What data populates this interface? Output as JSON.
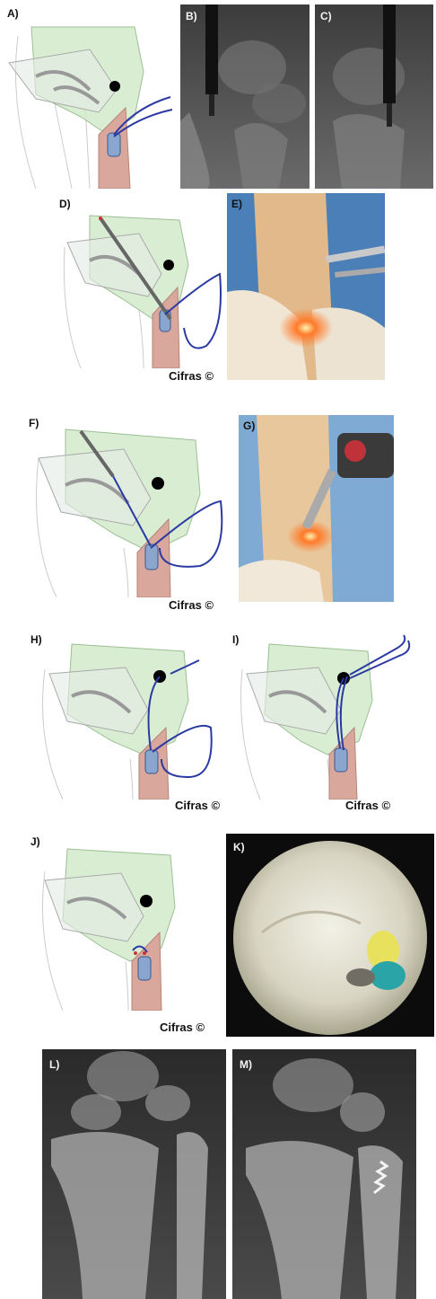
{
  "figure": {
    "panels": [
      {
        "id": "A",
        "label": "A)",
        "kind": "illustration"
      },
      {
        "id": "B",
        "label": "B)",
        "kind": "radiograph"
      },
      {
        "id": "C",
        "label": "C)",
        "kind": "radiograph"
      },
      {
        "id": "D",
        "label": "D)",
        "kind": "illustration"
      },
      {
        "id": "E",
        "label": "E)",
        "kind": "photograph"
      },
      {
        "id": "F",
        "label": "F)",
        "kind": "illustration"
      },
      {
        "id": "G",
        "label": "G)",
        "kind": "photograph"
      },
      {
        "id": "H",
        "label": "H)",
        "kind": "illustration"
      },
      {
        "id": "I",
        "label": "I)",
        "kind": "illustration"
      },
      {
        "id": "J",
        "label": "J)",
        "kind": "illustration"
      },
      {
        "id": "K",
        "label": "K)",
        "kind": "arthroscopic-image"
      },
      {
        "id": "L",
        "label": "L)",
        "kind": "radiograph"
      },
      {
        "id": "M",
        "label": "M)",
        "kind": "radiograph"
      }
    ],
    "credit": "Cifras ©"
  },
  "colors": {
    "carpal_fill": "#cfe8c8",
    "carpal_stroke": "#9bbf93",
    "ulna_fill": "#d9a79c",
    "suture": "#2b3aa3",
    "anchor": "#8aa6cf"
  }
}
